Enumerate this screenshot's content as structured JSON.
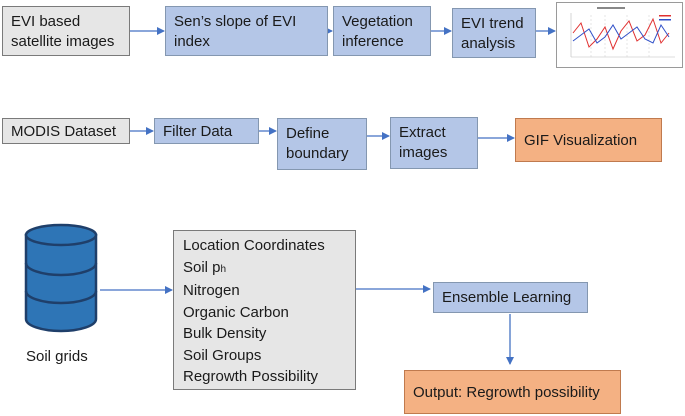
{
  "row1": {
    "evi_images": [
      "EVI based",
      "satellite images"
    ],
    "sens_slope": [
      "Sen’s slope of EVI",
      "index"
    ],
    "vegetation": [
      "Vegetation",
      "inference"
    ],
    "trend": [
      "EVI trend",
      "analysis"
    ]
  },
  "row2": {
    "modis": "MODIS Dataset",
    "filter": "Filter Data",
    "boundary": [
      "Define",
      "boundary"
    ],
    "extract": [
      "Extract",
      "images"
    ],
    "gif": "GIF Visualization"
  },
  "row3": {
    "soil_caption": "Soil grids",
    "features": {
      "location": "Location Coordinates",
      "ph_prefix": "Soil p",
      "ph_sub": "h",
      "nitrogen": "Nitrogen",
      "carbon": "Organic Carbon",
      "density": "Bulk Density",
      "groups": "Soil Groups",
      "regrowth": "Regrowth Possibility"
    },
    "ensemble": "Ensemble Learning",
    "output": "Output: Regrowth possibility"
  },
  "colors": {
    "gray_box": "#e6e6e6",
    "blue_box": "#b4c6e7",
    "orange_box": "#f4b183",
    "arrow": "#4472c4",
    "db_icon": "#2e75b6"
  },
  "icons": {
    "soil": "database-icon",
    "chart": "line-chart-thumbnail"
  }
}
